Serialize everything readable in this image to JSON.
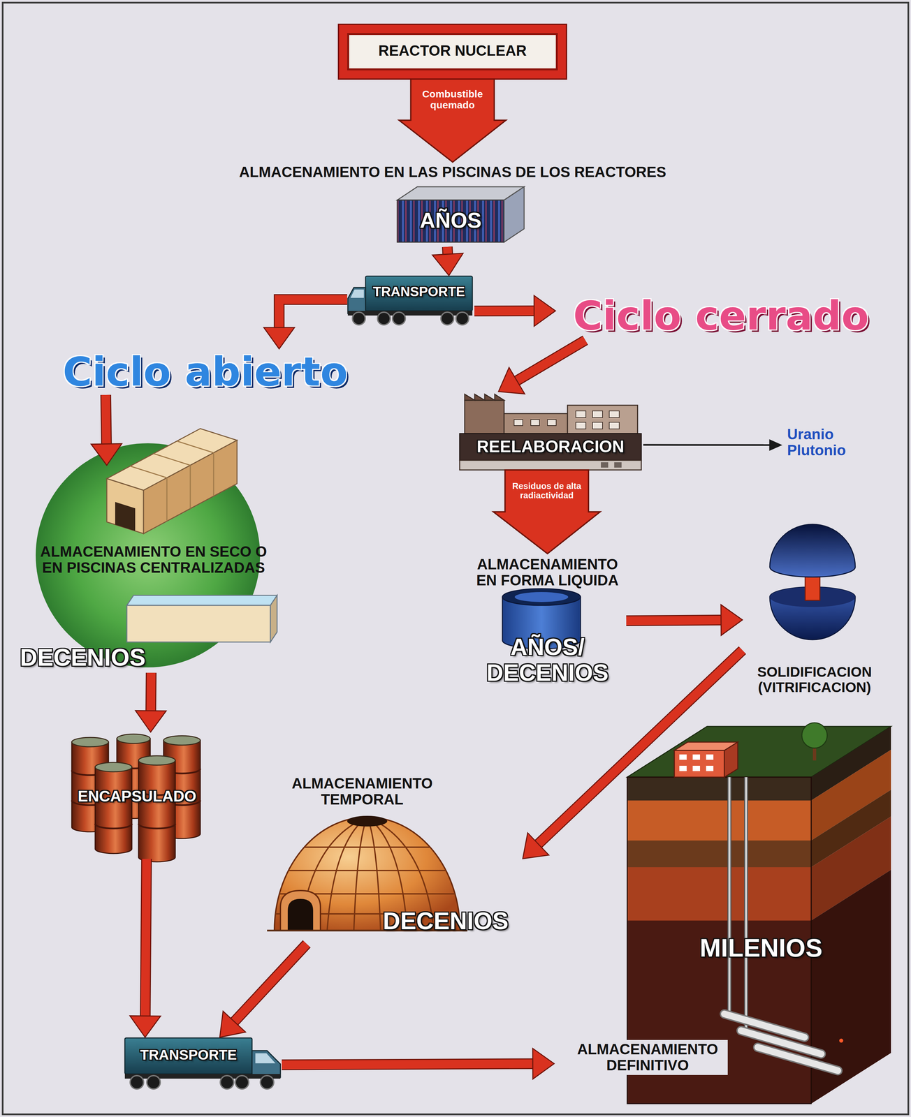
{
  "diagram": {
    "nodes": [
      {
        "text": [
          "REACTOR NUCLEAR"
        ]
      },
      {
        "text": [
          "ALMACENAMIENTO EN LAS PISCINAS DE LOS REACTORES",
          "AÑOS"
        ]
      },
      {
        "text": [
          "TRANSPORTE"
        ]
      },
      {
        "text": [
          "Ciclo abierto"
        ]
      },
      {
        "text": [
          "Ciclo cerrado"
        ]
      },
      {
        "text": [
          "ALMACENAMIENTO EN SECO O EN PISCINAS CENTRALIZADAS",
          "DECENIOS"
        ]
      },
      {
        "text": [
          "ENCAPSULADO"
        ]
      },
      {
        "text": [
          "REELABORACION"
        ]
      },
      {
        "text": [
          "Uranio Plutonio"
        ]
      },
      {
        "text": [
          "ALMACENAMIENTO EN FORMA LIQUIDA",
          "AÑOS/ DECENIOS"
        ]
      },
      {
        "text": [
          "SOLIDIFICACION (VITRIFICACION)"
        ]
      },
      {
        "text": [
          "ALMACENAMIENTO TEMPORAL",
          "DECENIOS"
        ]
      },
      {
        "text": [
          "TRANSPORTE"
        ]
      },
      {
        "text": [
          "MILENIOS",
          "ALMACENAMIENTO DEFINITIVO"
        ]
      }
    ],
    "edges": [
      {
        "from": 0,
        "to": 1,
        "label": "Combustible quemado",
        "arrow": "to"
      },
      {
        "from": 1,
        "to": 2,
        "arrow": "to"
      },
      {
        "from": 2,
        "to": 3,
        "arrow": "to"
      },
      {
        "from": 2,
        "to": 4,
        "arrow": "to"
      },
      {
        "from": 3,
        "to": 5,
        "arrow": "to"
      },
      {
        "from": 4,
        "to": 7,
        "arrow": "to"
      },
      {
        "from": 7,
        "to": 8,
        "arrow": "to"
      },
      {
        "from": 7,
        "to": 9,
        "label": "Residuos de alta radiactividad",
        "arrow": "to"
      },
      {
        "from": 5,
        "to": 6,
        "arrow": "to"
      },
      {
        "from": 9,
        "to": 10,
        "arrow": "to"
      },
      {
        "from": 6,
        "to": 12,
        "arrow": "to"
      },
      {
        "from": 10,
        "to": 11,
        "arrow": "to"
      },
      {
        "from": 11,
        "to": 12,
        "arrow": "to"
      },
      {
        "from": 12,
        "to": 13,
        "arrow": "to"
      }
    ]
  }
}
